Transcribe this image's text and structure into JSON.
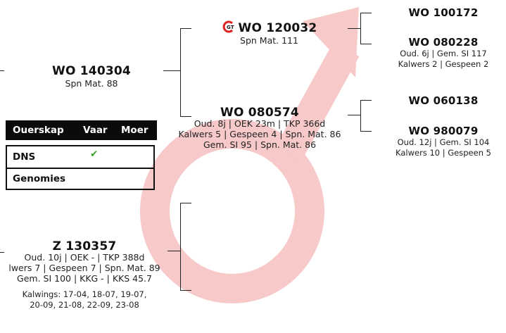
{
  "subject": {
    "name": "WO 080574",
    "stats_1": "Oud. 8j | OEK 23m | TKP 366d",
    "stats_2": "Kalwers 5 | Gespeen 4 | Spn. Mat. 86",
    "stats_3": "Gem. SI 95 | Spn. Mat. 86"
  },
  "sire_left": {
    "name": "WO 140304",
    "stats": "Spn Mat. 88"
  },
  "sire": {
    "badge": "GT",
    "name": "WO 120032",
    "stats": "Spn Mat. 111"
  },
  "dam": {
    "name": "Z 130357",
    "stats_1": "Oud. 10j | OEK - | TKP 388d",
    "stats_2": "lwers 7 | Gespeen 7 | Spn. Mat. 89",
    "stats_3": "Gem. SI 100 | KKG - | KKS 45.7",
    "calvings_1": "Kalwings: 17-04, 18-07, 19-07,",
    "calvings_2": "20-09, 21-08, 22-09, 23-08"
  },
  "gp_1": {
    "name": "WO 100172"
  },
  "gp_2": {
    "name": "WO 080228",
    "stats_1": "Oud. 6j | Gem. SI 117",
    "stats_2": "Kalwers 2 | Gespeen 2"
  },
  "gp_3": {
    "name": "WO 060138"
  },
  "gp_4": {
    "name": "WO 980079",
    "stats_1": "Oud. 12j | Gem. SI 104",
    "stats_2": "Kalwers 10 | Gespeen 5"
  },
  "ownership": {
    "headers": [
      "Ouerskap",
      "Vaar",
      "Moer"
    ],
    "rows": [
      {
        "label": "DNS",
        "sire_check": "✔",
        "dam_check": ""
      },
      {
        "label": "Genomies",
        "sire_check": "",
        "dam_check": ""
      }
    ]
  },
  "colors": {
    "watermark": "#f7c9c9",
    "check": "#3aa12b",
    "badge_red": "#e02020"
  },
  "icons": {
    "watermark": "male-symbol-icon",
    "badge": "gt-badge-icon",
    "check": "check-icon"
  }
}
